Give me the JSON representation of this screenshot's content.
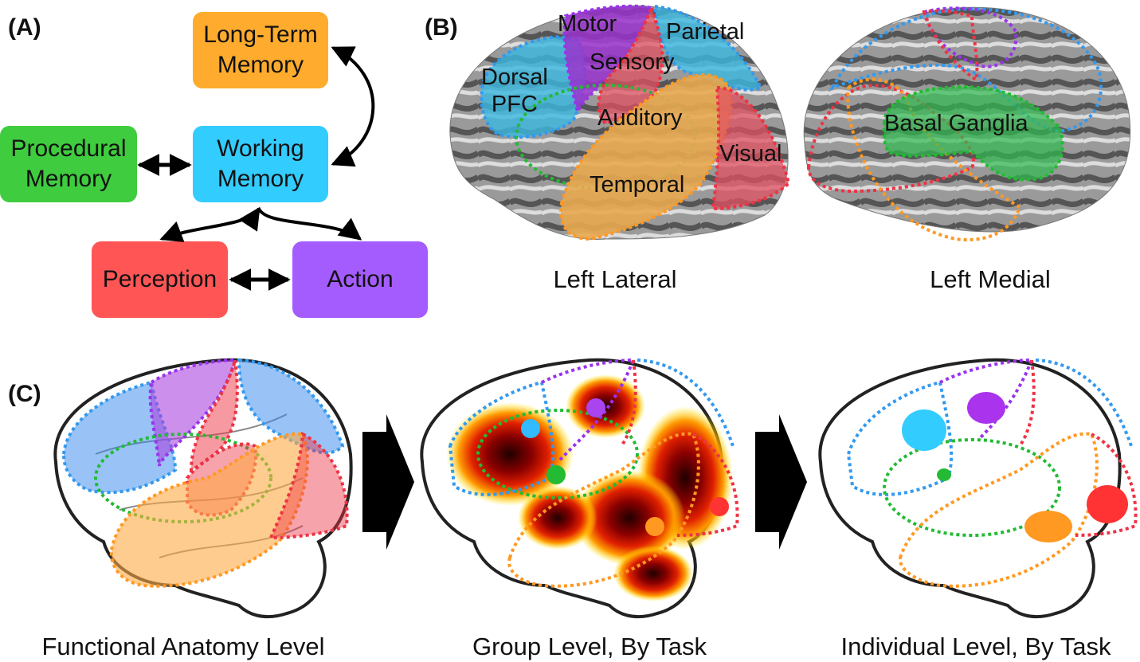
{
  "panel_a": {
    "letter": "(A)",
    "boxes": {
      "long_term_memory": {
        "label": "Long-Term\nMemory",
        "color": "#ffab2e"
      },
      "procedural_memory": {
        "label": "Procedural\nMemory",
        "color": "#3fcc3f"
      },
      "working_memory": {
        "label": "Working\nMemory",
        "color": "#33ccff"
      },
      "perception": {
        "label": "Perception",
        "color": "#ff5555"
      },
      "action": {
        "label": "Action",
        "color": "#a45cff"
      }
    }
  },
  "panel_b": {
    "letter": "(B)",
    "lateral_regions": {
      "motor": "Motor",
      "parietal": "Parietal",
      "sensory": "Sensory",
      "dorsal_pfc": "Dorsal\nPFC",
      "auditory": "Auditory",
      "visual": "Visual",
      "temporal": "Temporal"
    },
    "medial_regions": {
      "basal_ganglia": "Basal Ganglia"
    },
    "captions": {
      "lateral": "Left Lateral",
      "medial": "Left Medial"
    }
  },
  "panel_c": {
    "letter": "(C)",
    "captions": {
      "functional": "Functional Anatomy Level",
      "group": "Group Level, By Task",
      "individual": "Individual Level, By Task"
    }
  },
  "region_colors": {
    "dorsal_pfc": "#3399ee",
    "motor": "#9933ee",
    "sensory": "#ee3344",
    "basal_ganglia": "#22bb33",
    "temporal": "#ff9922",
    "visual": "#ee3344",
    "parietal": "#3399ee"
  }
}
